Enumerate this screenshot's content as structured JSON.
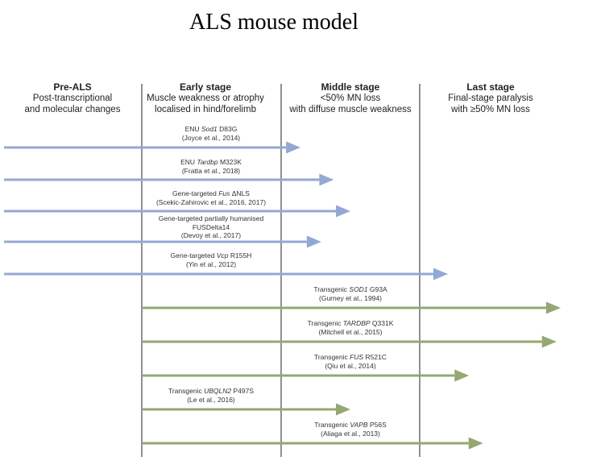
{
  "title": "ALS mouse model",
  "stages": [
    {
      "name": "Pre-ALS",
      "lines": [
        "Post-transcriptional",
        "and molecular changes"
      ]
    },
    {
      "name": "Early stage",
      "lines": [
        "Muscle weakness or atrophy",
        "localised in hind/forelimb"
      ]
    },
    {
      "name": "Middle stage",
      "lines": [
        "<50% MN loss",
        "with diffuse muscle weakness"
      ]
    },
    {
      "name": "Last stage",
      "lines": [
        "Final-stage paralysis",
        "with ≥50% MN loss"
      ]
    }
  ],
  "models": [
    {
      "label_lines": [
        [
          {
            "t": "ENU "
          },
          {
            "t": "Sod1",
            "i": true
          },
          {
            "t": " D83G"
          }
        ],
        [
          {
            "t": "(Joyce et al., 2014)"
          }
        ]
      ],
      "type": "ENU/gene-targeted",
      "start_stage": "Pre-ALS",
      "end_stage": "Middle stage",
      "end_fraction": 0.14
    },
    {
      "label_lines": [
        [
          {
            "t": "ENU "
          },
          {
            "t": "Tardbp",
            "i": true
          },
          {
            "t": " M323K"
          }
        ],
        [
          {
            "t": "(Fratta et al., 2018)"
          }
        ]
      ],
      "type": "ENU/gene-targeted",
      "start_stage": "Pre-ALS",
      "end_stage": "Middle stage",
      "end_fraction": 0.38
    },
    {
      "label_lines": [
        [
          {
            "t": "Gene-targeted "
          },
          {
            "t": "Fus",
            "i": true
          },
          {
            "t": " ΔNLS"
          }
        ],
        [
          {
            "t": "(Scekic-Zahirovic et al., 2016, 2017)"
          }
        ]
      ],
      "type": "ENU/gene-targeted",
      "start_stage": "Pre-ALS",
      "end_stage": "Middle stage",
      "end_fraction": 0.5
    },
    {
      "label_lines": [
        [
          {
            "t": "Gene-targeted partially humanised"
          }
        ],
        [
          {
            "t": "FUSDelta14"
          }
        ],
        [
          {
            "t": "(Devoy et al., 2017)"
          }
        ]
      ],
      "type": "ENU/gene-targeted",
      "start_stage": "Pre-ALS",
      "end_stage": "Middle stage",
      "end_fraction": 0.29
    },
    {
      "label_lines": [
        [
          {
            "t": "Gene-targeted "
          },
          {
            "t": "Vcp",
            "i": true
          },
          {
            "t": " R155H"
          }
        ],
        [
          {
            "t": "(Yin et al., 2012)"
          }
        ]
      ],
      "type": "ENU/gene-targeted",
      "start_stage": "Pre-ALS",
      "end_stage": "Last stage",
      "end_fraction": 0.2
    },
    {
      "label_lines": [
        [
          {
            "t": "Transgenic "
          },
          {
            "t": "SOD1",
            "i": true
          },
          {
            "t": " G93A"
          }
        ],
        [
          {
            "t": "(Gurney et al., 1994)"
          }
        ]
      ],
      "type": "Transgenic",
      "start_stage": "Early stage",
      "end_stage": "Last stage",
      "end_fraction": 1.0
    },
    {
      "label_lines": [
        [
          {
            "t": "Transgenic "
          },
          {
            "t": "TARDBP",
            "i": true
          },
          {
            "t": " Q331K"
          }
        ],
        [
          {
            "t": "(Mitchell et al., 2015)"
          }
        ]
      ],
      "type": "Transgenic",
      "start_stage": "Early stage",
      "end_stage": "Last stage",
      "end_fraction": 0.97
    },
    {
      "label_lines": [
        [
          {
            "t": "Transgenic "
          },
          {
            "t": "FUS",
            "i": true
          },
          {
            "t": " R521C"
          }
        ],
        [
          {
            "t": "(Qiu et al., 2014)"
          }
        ]
      ],
      "type": "Transgenic",
      "start_stage": "Early stage",
      "end_stage": "Last stage",
      "end_fraction": 0.35
    },
    {
      "label_lines": [
        [
          {
            "t": "Transgenic "
          },
          {
            "t": "UBQLN2",
            "i": true
          },
          {
            "t": " P497S"
          }
        ],
        [
          {
            "t": "(Le et al., 2016)"
          }
        ]
      ],
      "type": "Transgenic",
      "start_stage": "Early stage",
      "end_stage": "Middle stage",
      "end_fraction": 0.5
    },
    {
      "label_lines": [
        [
          {
            "t": "Transgenic "
          },
          {
            "t": "VAPB",
            "i": true
          },
          {
            "t": " P56S"
          }
        ],
        [
          {
            "t": "(Aliaga et al., 2013)"
          }
        ]
      ],
      "type": "Transgenic",
      "start_stage": "Early stage",
      "end_stage": "Last stage",
      "end_fraction": 0.45
    }
  ],
  "colors": {
    "ENU/gene-targeted": "#94a8d4",
    "Transgenic": "#94a872",
    "divider": "#555555"
  }
}
